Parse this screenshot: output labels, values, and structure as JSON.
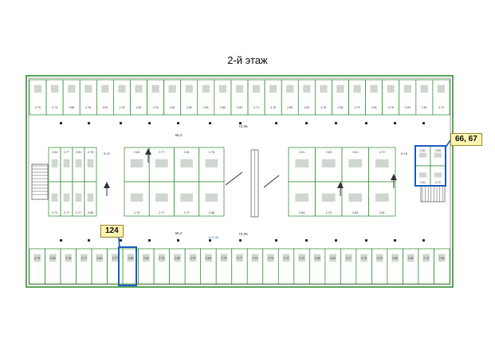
{
  "floor_title": "2-й этаж",
  "highlights": [
    {
      "id": "callout-124",
      "label": "124"
    },
    {
      "id": "callout-66-67",
      "label": "66, 67"
    }
  ],
  "accent_colors": {
    "wall": "#2a8a2a",
    "row_label": "#c03a3a",
    "highlight": "#1f5fbf",
    "callout_bg": "#fff4b0"
  },
  "dimensions": {
    "top_corridor_width": "72.06",
    "bottom_corridor_width": "72.06",
    "bay_width_left": "5.10",
    "bay_width_right": "5.18",
    "center_area": "66.2",
    "lower_center_area": "66.2",
    "small_label": "h=2.36"
  },
  "top_row_widths": [
    "2.75",
    "2.74",
    "2.88",
    "2.78",
    "2.81",
    "2.78",
    "2.82",
    "2.76",
    "2.81",
    "2.80",
    "2.81",
    "2.83",
    "2.82",
    "2.71",
    "2.76",
    "2.80",
    "2.83",
    "2.76",
    "2.84",
    "2.79",
    "2.84",
    "2.78",
    "2.84",
    "2.81",
    "2.74"
  ],
  "bottom_row_widths": [
    "2.79",
    "2.80",
    "2.76",
    "2.77",
    "2.80",
    "2.77",
    "2.80",
    "2.81",
    "2.75",
    "2.80",
    "2.79",
    "2.64",
    "2.76",
    "2.77",
    "2.70",
    "2.79",
    "2.72",
    "2.73",
    "2.80",
    "2.81",
    "2.77",
    "2.76",
    "2.79",
    "2.80",
    "2.82",
    "2.74",
    "2.81"
  ],
  "left_block_widths": [
    "2.84",
    "2.77",
    "2.81",
    "2.76",
    "2.73",
    "2.77",
    "2.77",
    "2.88"
  ],
  "right_block_widths": [
    "2.81",
    "2.83",
    "2.81",
    "2.72",
    "2.84",
    "2.79",
    "2.80",
    "2.81"
  ]
}
